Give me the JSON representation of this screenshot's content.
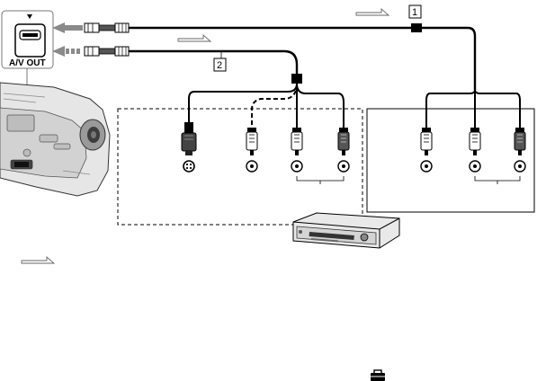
{
  "jack_label": "A/V OUT",
  "cable_labels": [
    "1",
    "2"
  ],
  "footer_icon": "toolbox-icon"
}
